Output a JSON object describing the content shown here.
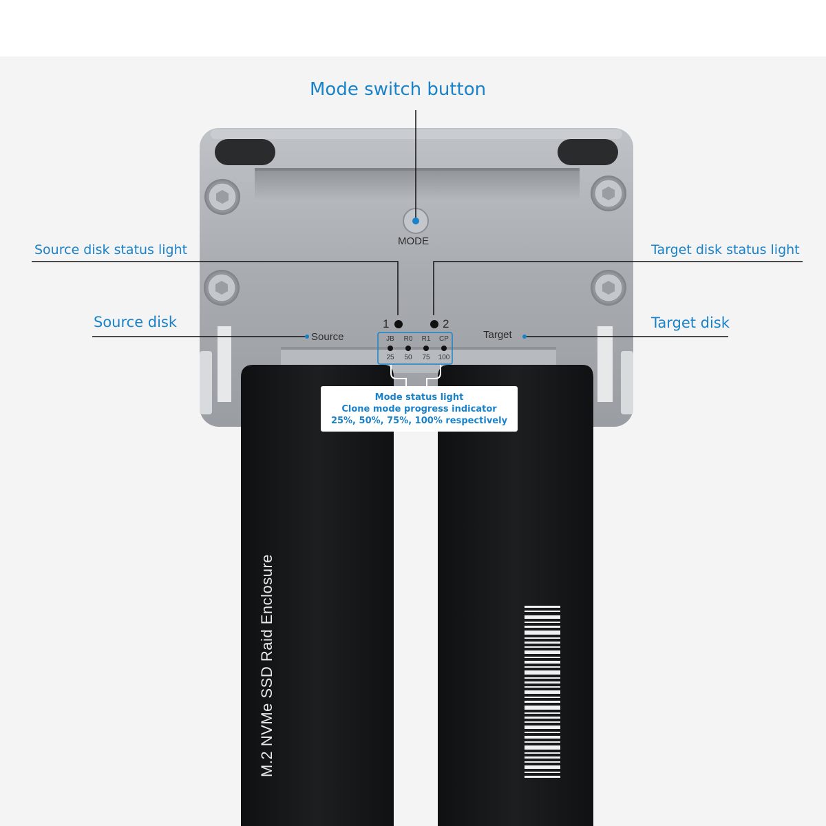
{
  "callouts": {
    "mode_switch_button": "Mode switch button",
    "source_disk_status_light": "Source disk status light",
    "target_disk_status_light": "Target disk status light",
    "source_disk": "Source disk",
    "target_disk": "Target disk"
  },
  "device": {
    "mode_label": "MODE",
    "source_label": "Source",
    "target_label": "Target",
    "light_1": "1",
    "light_2": "2",
    "mode_leds": [
      {
        "mode": "JB",
        "percent": "25"
      },
      {
        "mode": "R0",
        "percent": "50"
      },
      {
        "mode": "R1",
        "percent": "75"
      },
      {
        "mode": "CP",
        "percent": "100"
      }
    ]
  },
  "note": {
    "line1": "Mode status light",
    "line2": "Clone mode progress indicator",
    "line3": "25%, 50%, 75%, 100% respectively"
  },
  "enclosure_label": "M.2 NVMe SSD Raid Enclosure",
  "colors": {
    "accent": "#1a82c8",
    "housing": "#a9adb2",
    "enclosure": "#17181a"
  }
}
